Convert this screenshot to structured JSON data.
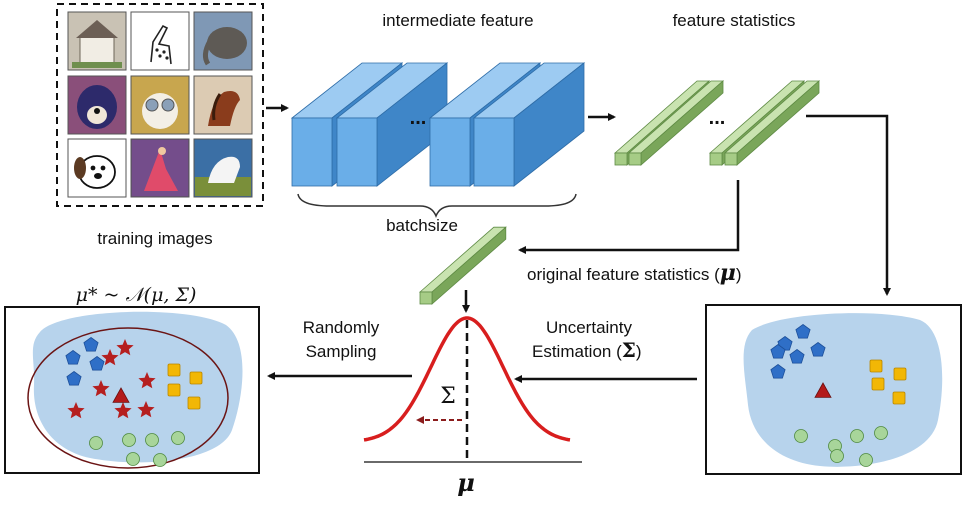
{
  "labels": {
    "training_images": "training images",
    "intermediate_feature": "intermediate feature",
    "feature_statistics": "feature statistics",
    "batchsize": "batchsize",
    "original_feature_statistics": "original feature statistics (",
    "randomly": "Randomly",
    "sampling": "Sampling",
    "uncertainty": "Uncertainty",
    "estimation": "Estimation (",
    "ellipsis": "..."
  },
  "math": {
    "mu": "μ",
    "sigma": "Σ",
    "close_paren": ")",
    "sampled_mu": "μ* ~ 𝒩(μ, Σ)"
  },
  "thumbnails": [
    {
      "icon": "victorian-house-icon"
    },
    {
      "icon": "giraffe-sketch-icon"
    },
    {
      "icon": "elephant-icon"
    },
    {
      "icon": "painted-dog-icon"
    },
    {
      "icon": "cartoon-cat-icon"
    },
    {
      "icon": "painted-horse-icon"
    },
    {
      "icon": "cartoon-dog-icon"
    },
    {
      "icon": "dancer-painting-icon"
    },
    {
      "icon": "white-horse-icon"
    }
  ],
  "colors": {
    "feature_blue_front": "#6aaee8",
    "feature_blue_top": "#9dcbf2",
    "feature_blue_side": "#3f86c8",
    "stat_green_front": "#a6cc86",
    "stat_green_top": "#c9e3b0",
    "stat_green_side": "#7aa65a",
    "blob_blue": "#b7d3ec",
    "pentagon_blue": "#2f6fc7",
    "square_gold": "#f2b705",
    "circle_green": "#a8d59a",
    "star_red": "#b51f1f",
    "triangle_red": "#b31a1a",
    "gaussian_red": "#d81e1e",
    "ellipse_dark": "#6b1414"
  }
}
